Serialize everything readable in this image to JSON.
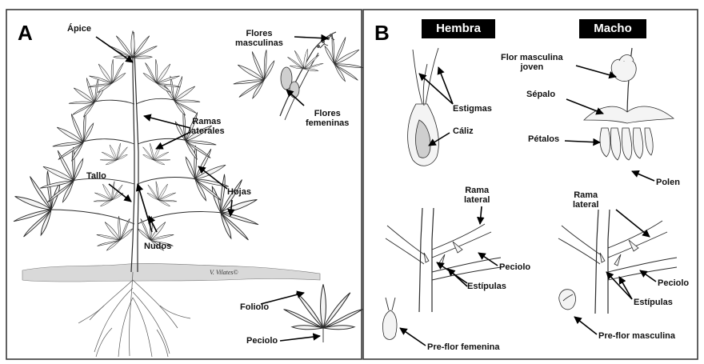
{
  "panels": {
    "a": {
      "letter": "A",
      "labels": {
        "apex": "Ápice",
        "male_flowers": "Flores\nmasculinas",
        "female_flowers": "Flores\nfemeninas",
        "lateral_branches": "Ramas\nlaterales",
        "stem": "Tallo",
        "leaves": "Hojas",
        "nodes": "Nudos",
        "leaflet": "Foliolo",
        "petiole": "Peciolo"
      },
      "signature": "V. Vilates©"
    },
    "b": {
      "letter": "B",
      "female_tag": "Hembra",
      "male_tag": "Macho",
      "labels": {
        "stigmas": "Estigmas",
        "calyx": "Cáliz",
        "young_male_flower": "Flor masculina\njoven",
        "sepal": "Sépalo",
        "petals": "Pétalos",
        "pollen": "Polen",
        "female_lateral_branch": "Rama\nlateral",
        "male_lateral_branch": "Rama\nlateral",
        "female_petiole": "Peciolo",
        "male_petiole": "Peciolo",
        "female_stipules": "Estípulas",
        "male_stipules": "Estípulas",
        "female_preflower": "Pre-flor femenina",
        "male_preflower": "Pre-flor masculina"
      }
    }
  }
}
